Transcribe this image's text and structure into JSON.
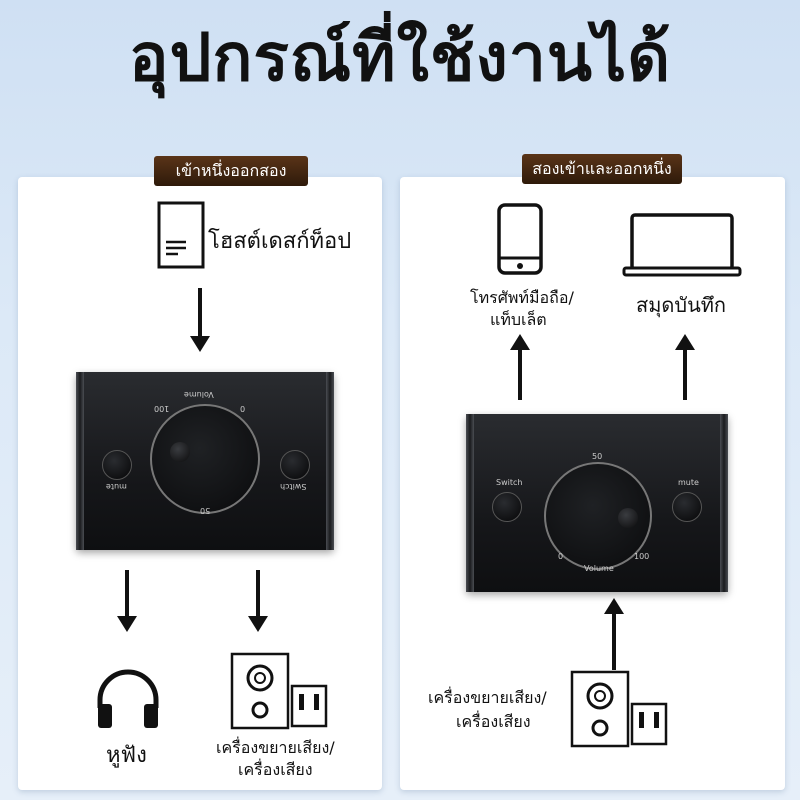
{
  "title": "อุปกรณ์ที่ใช้งานได้",
  "left": {
    "badge": "เข้าหนึ่งออกสอง",
    "source_label": "โฮสต์เดสก์ท็อป",
    "headphone_label": "หูฟัง",
    "speaker_label_1": "เครื่องขยายเสียง/",
    "speaker_label_2": "เครื่องเสียง",
    "device": {
      "volume": "Volume",
      "v100": "100",
      "v0": "0",
      "v50": "50",
      "mute": "mute",
      "switch": "Switch"
    }
  },
  "right": {
    "badge": "สองเข้าและออกหนึ่ง",
    "phone_label_1": "โทรศัพท์มือถือ/",
    "phone_label_2": "แท็บเล็ต",
    "laptop_label": "สมุดบันทึก",
    "speaker_label_1": "เครื่องขยายเสียง/",
    "speaker_label_2": "เครื่องเสียง",
    "device": {
      "volume": "Volume",
      "v50": "50",
      "v0": "0",
      "v100": "100",
      "switch": "Switch",
      "mute": "mute"
    }
  },
  "colors": {
    "badge": "#3f2410",
    "panel": "#ffffff",
    "background": "#d6e5f5"
  }
}
